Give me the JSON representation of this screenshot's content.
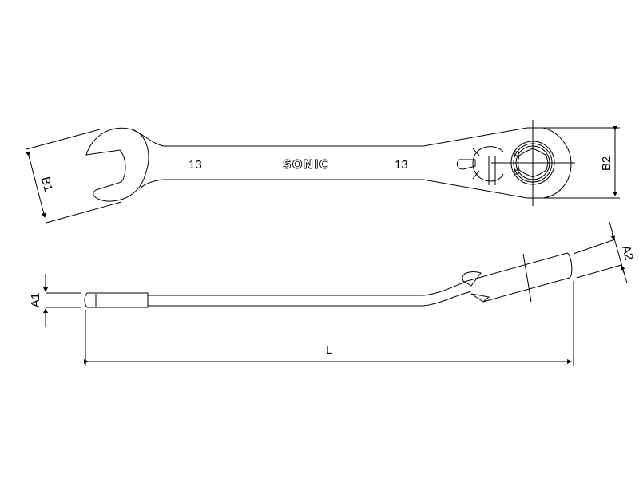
{
  "top_view": {
    "size_label_left": "13",
    "brand_logo": "SONIC",
    "size_label_right": "13",
    "dim_b1": "B1",
    "dim_b2": "B2"
  },
  "side_view": {
    "dim_a1": "A1",
    "dim_a2": "A2",
    "dim_l": "L"
  },
  "colors": {
    "line": "#000000",
    "background": "#ffffff"
  }
}
